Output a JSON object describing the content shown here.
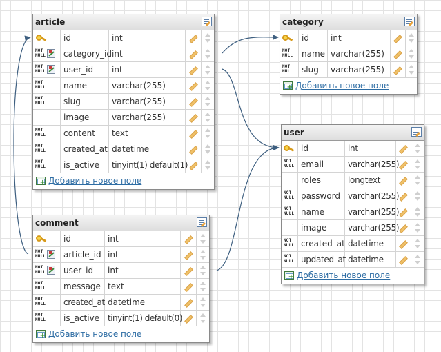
{
  "add_field_label": "Добавить новое поле",
  "not_null_line1": "NOT",
  "not_null_line2": "NULL",
  "tables": {
    "article": {
      "title": "article",
      "rows": [
        {
          "name": "id",
          "type": "int"
        },
        {
          "name": "category_id",
          "type": "int"
        },
        {
          "name": "user_id",
          "type": "int"
        },
        {
          "name": "name",
          "type": "varchar(255)"
        },
        {
          "name": "slug",
          "type": "varchar(255)"
        },
        {
          "name": "image",
          "type": "varchar(255)"
        },
        {
          "name": "content",
          "type": "text"
        },
        {
          "name": "created_at",
          "type": "datetime"
        },
        {
          "name": "is_active",
          "type": "tinyint(1) default(1)"
        }
      ]
    },
    "category": {
      "title": "category",
      "rows": [
        {
          "name": "id",
          "type": "int"
        },
        {
          "name": "name",
          "type": "varchar(255)"
        },
        {
          "name": "slug",
          "type": "varchar(255)"
        }
      ]
    },
    "user": {
      "title": "user",
      "rows": [
        {
          "name": "id",
          "type": "int"
        },
        {
          "name": "email",
          "type": "varchar(255)"
        },
        {
          "name": "roles",
          "type": "longtext"
        },
        {
          "name": "password",
          "type": "varchar(255)"
        },
        {
          "name": "name",
          "type": "varchar(255)"
        },
        {
          "name": "image",
          "type": "varchar(255)"
        },
        {
          "name": "created_at",
          "type": "datetime"
        },
        {
          "name": "updated_at",
          "type": "datetime"
        }
      ]
    },
    "comment": {
      "title": "comment",
      "rows": [
        {
          "name": "id",
          "type": "int"
        },
        {
          "name": "article_id",
          "type": "int"
        },
        {
          "name": "user_id",
          "type": "int"
        },
        {
          "name": "message",
          "type": "text"
        },
        {
          "name": "created_at",
          "type": "datetime"
        },
        {
          "name": "is_active",
          "type": "tinyint(1) default(0)"
        }
      ]
    }
  },
  "colors": {
    "link_line": "#3e5f80",
    "add_link": "#2e6da4"
  }
}
